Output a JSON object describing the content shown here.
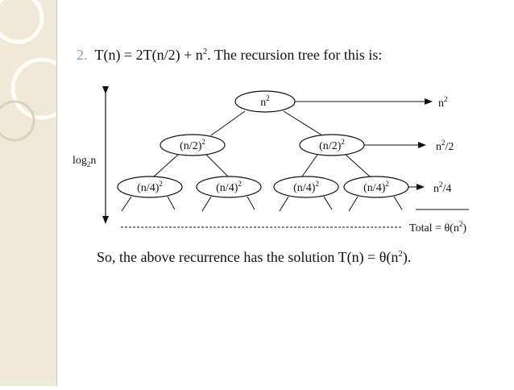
{
  "heading": {
    "number": "2.",
    "lead": "T(n) = 2T(n/2) + n",
    "lead_sup": "2",
    "tail": ". The recursion tree for this is:"
  },
  "tree": {
    "root": {
      "base": "n",
      "sup": "2"
    },
    "level1": [
      {
        "base": "(n/2)",
        "sup": "2"
      },
      {
        "base": "(n/2)",
        "sup": "2"
      }
    ],
    "level2": [
      {
        "base": "(n/4)",
        "sup": "2"
      },
      {
        "base": "(n/4)",
        "sup": "2"
      },
      {
        "base": "(n/4)",
        "sup": "2"
      },
      {
        "base": "(n/4)",
        "sup": "2"
      }
    ],
    "level_costs": [
      {
        "base": "n",
        "sup": "2",
        "rest": ""
      },
      {
        "base": "n",
        "sup": "2",
        "rest": "/2"
      },
      {
        "base": "n",
        "sup": "2",
        "rest": "/4"
      }
    ],
    "height_label": {
      "base": "log",
      "sub": "2",
      "rest": "n"
    },
    "total": {
      "lead": "Total = θ(n",
      "sup": "2",
      "tail": ")"
    }
  },
  "conclusion": {
    "lead": "So, the above recurrence has the solution T(n) = θ(n",
    "sup": "2",
    "tail": ")."
  }
}
